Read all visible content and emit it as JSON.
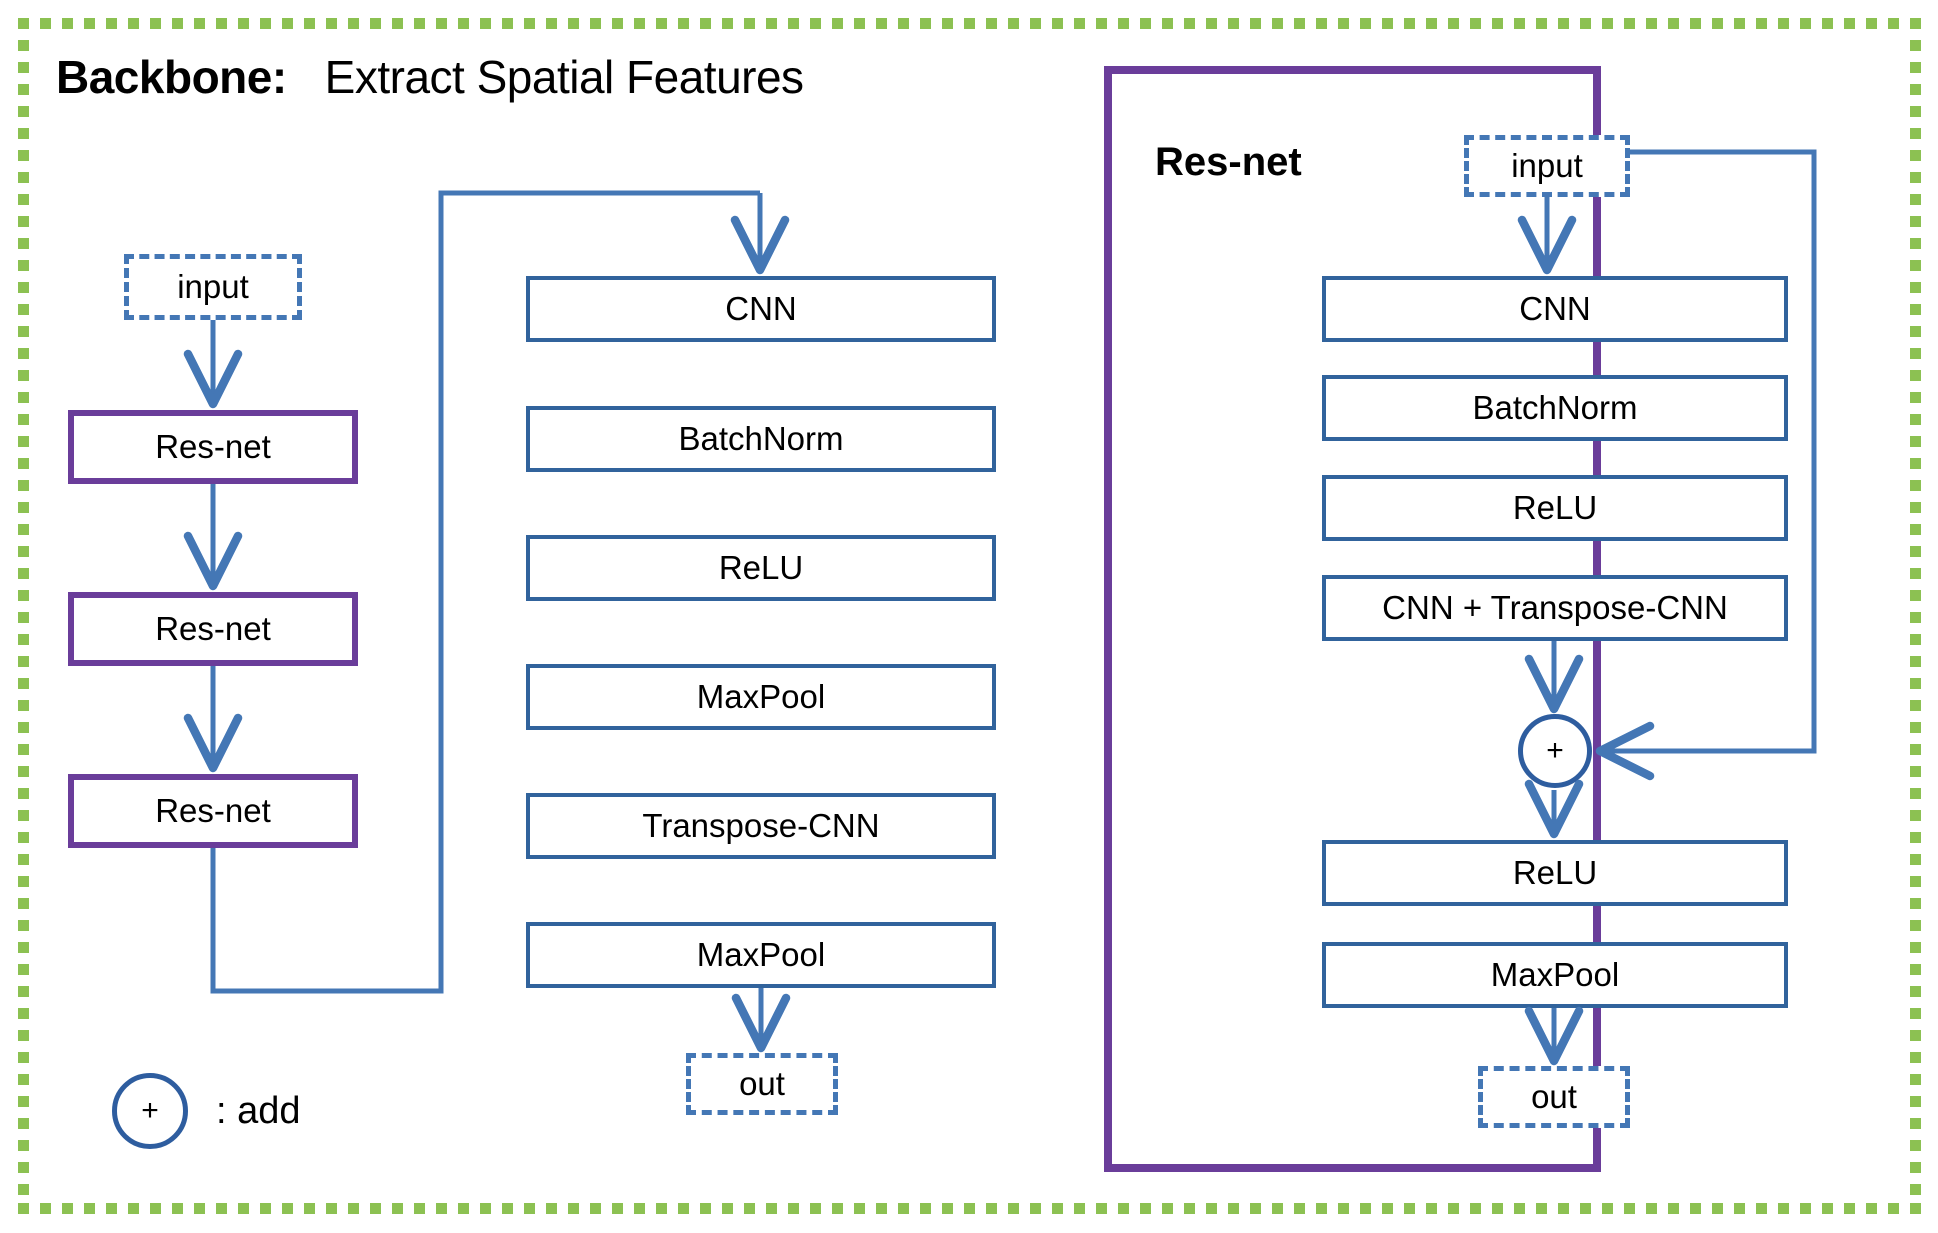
{
  "diagram": {
    "title_bold": "Backbone:",
    "title_rest": "Extract Spatial Features",
    "colors": {
      "frame_green": "#8CC152",
      "panel_purple": "#6A3D9A",
      "box_blue": "#31639C",
      "arrow_blue": "#4477B5",
      "dashed_blue": "#4477B5"
    }
  },
  "backbone": {
    "input_label": "input",
    "resnet_blocks": [
      {
        "label": "Res-net"
      },
      {
        "label": "Res-net"
      },
      {
        "label": "Res-net"
      }
    ],
    "legend": {
      "symbol": "+",
      "text": ": add"
    }
  },
  "backbone_stack": {
    "layers": [
      {
        "label": "CNN"
      },
      {
        "label": "BatchNorm"
      },
      {
        "label": "ReLU"
      },
      {
        "label": "MaxPool"
      },
      {
        "label": "Transpose-CNN"
      },
      {
        "label": "MaxPool"
      }
    ],
    "out_label": "out"
  },
  "resnet_panel": {
    "title": "Res-net",
    "input_label": "input",
    "layers": [
      {
        "label": "CNN"
      },
      {
        "label": "BatchNorm"
      },
      {
        "label": "ReLU"
      },
      {
        "label": "CNN + Transpose-CNN"
      }
    ],
    "add_symbol": "+",
    "post_add_layers": [
      {
        "label": "ReLU"
      },
      {
        "label": "MaxPool"
      }
    ],
    "out_label": "out"
  }
}
